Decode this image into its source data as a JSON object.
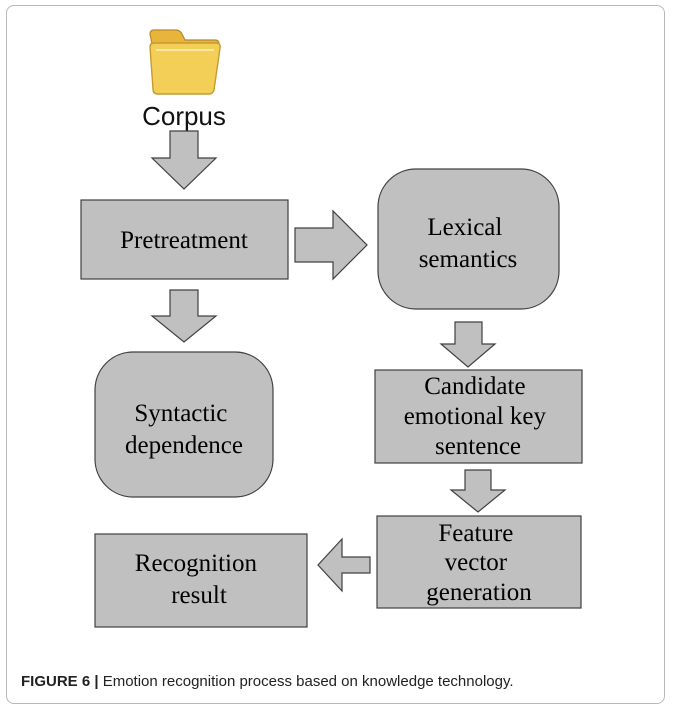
{
  "colors": {
    "box_fill": "#c0c0c0",
    "box_stroke": "#404040",
    "arrow_fill": "#c0c0c0",
    "folder_fill": "#f3cf58"
  },
  "nodes": {
    "corpus": {
      "label": "Corpus",
      "icon": "folder-icon"
    },
    "pretreatment": {
      "lines": [
        "Pretreatment"
      ]
    },
    "lexical_semantics": {
      "lines": [
        "Lexical",
        "semantics"
      ]
    },
    "syntactic_dependence": {
      "lines": [
        "Syntactic",
        "dependence"
      ]
    },
    "candidate_sentence": {
      "lines": [
        "Candidate",
        "emotional key",
        "sentence"
      ]
    },
    "feature_vector": {
      "lines": [
        "Feature",
        "vector",
        "generation"
      ]
    },
    "recognition_result": {
      "lines": [
        "Recognition",
        "result"
      ]
    }
  },
  "caption": {
    "label": "FIGURE 6 |",
    "text": " Emotion recognition process based on knowledge technology."
  }
}
